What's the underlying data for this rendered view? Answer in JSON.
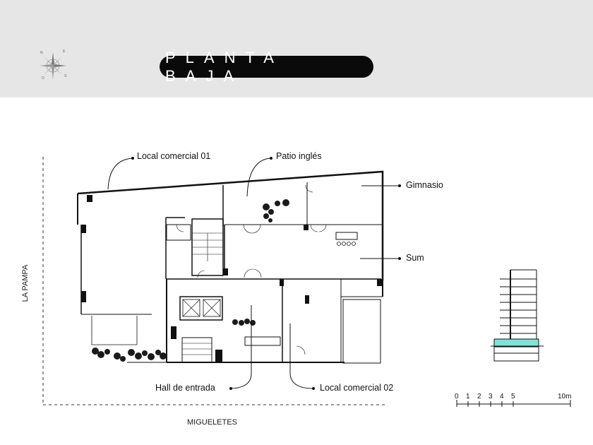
{
  "header": {
    "title": "PLANTA BAJA"
  },
  "compass": {
    "n": "N",
    "e": "E",
    "s": "S",
    "o": "O"
  },
  "labels": {
    "local_comercial_01": "Local comercial 01",
    "patio_ingles": "Patio inglés",
    "gimnasio": "Gimnasio",
    "sum": "Sum",
    "hall_de_entrada": "Hall de entrada",
    "local_comercial_02": "Local comercial 02"
  },
  "streets": {
    "left": "LA PAMPA",
    "bottom": "MIGUELETES"
  },
  "scale": {
    "ticks": [
      "0",
      "1",
      "2",
      "3",
      "4",
      "5",
      "10m"
    ]
  },
  "colors": {
    "ground_highlight": "#7fe3d6",
    "title_bg": "#0a0a0a"
  }
}
